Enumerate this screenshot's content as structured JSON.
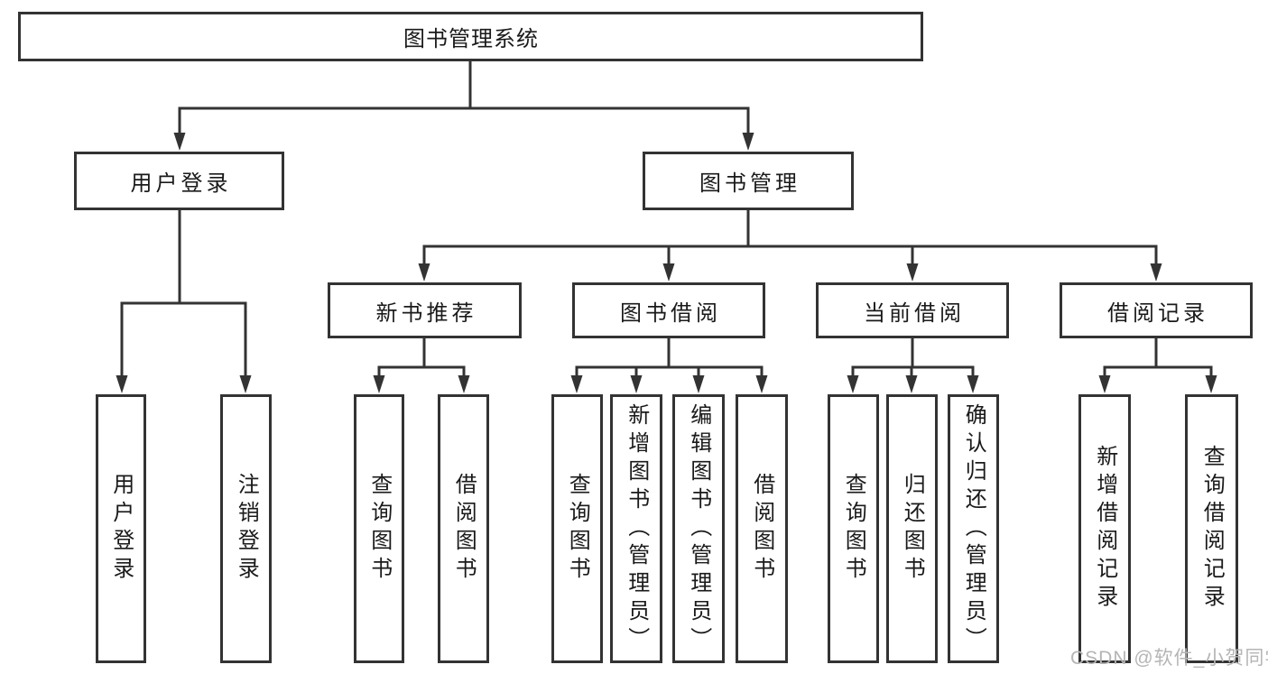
{
  "root": {
    "label": "图书管理系统"
  },
  "level1": [
    {
      "label": "用户登录"
    },
    {
      "label": "图书管理"
    }
  ],
  "level2": [
    {
      "label": "新书推荐"
    },
    {
      "label": "图书借阅"
    },
    {
      "label": "当前借阅"
    },
    {
      "label": "借阅记录"
    }
  ],
  "leaves": {
    "user_login": [
      "用户登录",
      "注销登录"
    ],
    "new_books": [
      "查询图书",
      "借阅图书"
    ],
    "book_borrow": [
      "查询图书",
      "新增图书（管理员）",
      "编辑图书（管理员）",
      "借阅图书"
    ],
    "current_borrow": [
      "查询图书",
      "归还图书",
      "确认归还（管理员）"
    ],
    "borrow_records": [
      "新增借阅记录",
      "查询借阅记录"
    ]
  },
  "watermark": {
    "text": "CSDN @软件_小贺同学"
  },
  "colors": {
    "line": "#333333",
    "text": "#1a1a1a",
    "background": "#ffffff",
    "watermark": "#b5b5b5"
  }
}
